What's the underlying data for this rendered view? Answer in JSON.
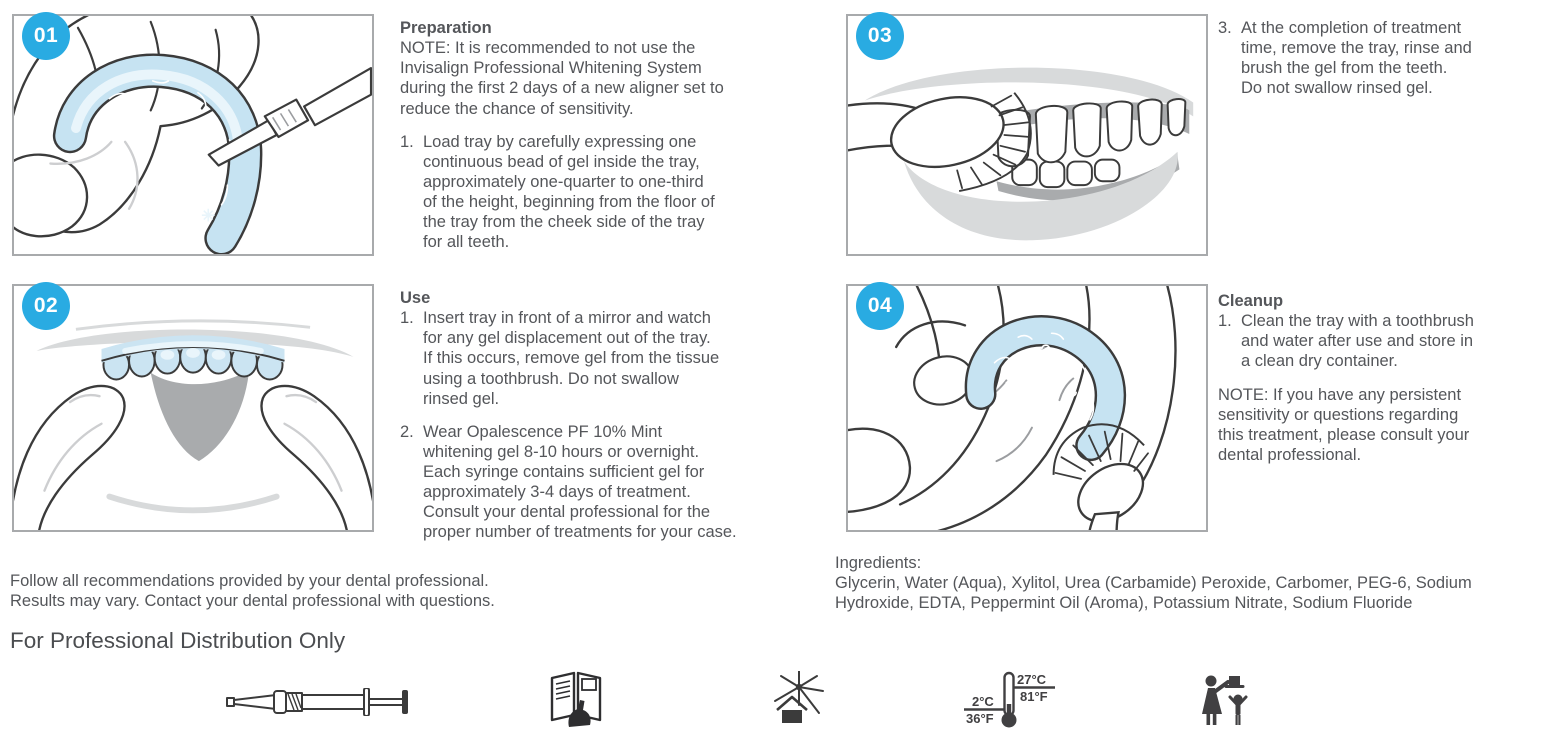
{
  "colors": {
    "accent": "#29abe2",
    "text": "#54565a",
    "tray_blue": "#c6e3f2"
  },
  "panels": {
    "p1": {
      "badge": "01",
      "illustration": "hand-loading-gel-into-tray-with-syringe"
    },
    "p2": {
      "badge": "02",
      "illustration": "tray-inserted-on-upper-teeth"
    },
    "p3": {
      "badge": "03",
      "illustration": "toothbrush-brushing-teeth"
    },
    "p4": {
      "badge": "04",
      "illustration": "cleaning-tray-with-toothbrush"
    }
  },
  "preparation": {
    "heading": "Preparation",
    "note": "NOTE: It is recommended to not use the\nInvisalign Professional Whitening System\nduring the first 2 days of a new aligner set to\nreduce the chance of sensitivity.",
    "step1_num": "1.",
    "step1": "Load tray by carefully expressing one\ncontinuous bead of gel inside the tray,\napproximately one-quarter to one-third\nof the height, beginning from the floor of\nthe tray from the cheek side of the tray\nfor all teeth."
  },
  "use": {
    "heading": "Use",
    "step1_num": "1.",
    "step1": "Insert tray in front of a mirror and watch\nfor any gel displacement out of the tray.\nIf this occurs, remove gel from the tissue\nusing a toothbrush. Do not swallow\nrinsed gel.",
    "step2_num": "2.",
    "step2": "Wear Opalescence PF 10% Mint\nwhitening gel 8-10 hours or overnight.\nEach syringe contains sufficient gel for\napproximately 3-4 days of treatment.\nConsult your dental professional for the\nproper number of treatments for your case."
  },
  "completion": {
    "step3_num": "3.",
    "step3": "At the completion of treatment\ntime, remove the tray, rinse and\nbrush the gel from the teeth.\nDo not swallow rinsed gel."
  },
  "cleanup": {
    "heading": "Cleanup",
    "step1_num": "1.",
    "step1": "Clean the tray with a toothbrush\nand water after use and store in\na clean dry container.",
    "note": "NOTE: If you have any persistent\nsensitivity or questions regarding\nthis treatment, please consult your\ndental professional."
  },
  "footer": {
    "disclaimer": "Follow all recommendations provided by your dental professional.\nResults may vary. Contact your dental professional with questions.",
    "ingredients_heading": "Ingredients:",
    "ingredients": "Glycerin, Water (Aqua), Xylitol, Urea (Carbamide) Peroxide, Carbomer, PEG-6, Sodium\nHydroxide, EDTA, Peppermint Oil (Aroma), Potassium Nitrate, Sodium Fluoride",
    "distribution": "For Professional Distribution Only",
    "icons": [
      "syringe-icon",
      "read-instructions-icon",
      "keep-away-from-sunlight-icon",
      "temperature-range-icon",
      "keep-out-of-reach-of-children-icon"
    ]
  },
  "temperature": {
    "low_c": "2°C",
    "low_f": "36°F",
    "high_c": "27°C",
    "high_f": "81°F"
  }
}
